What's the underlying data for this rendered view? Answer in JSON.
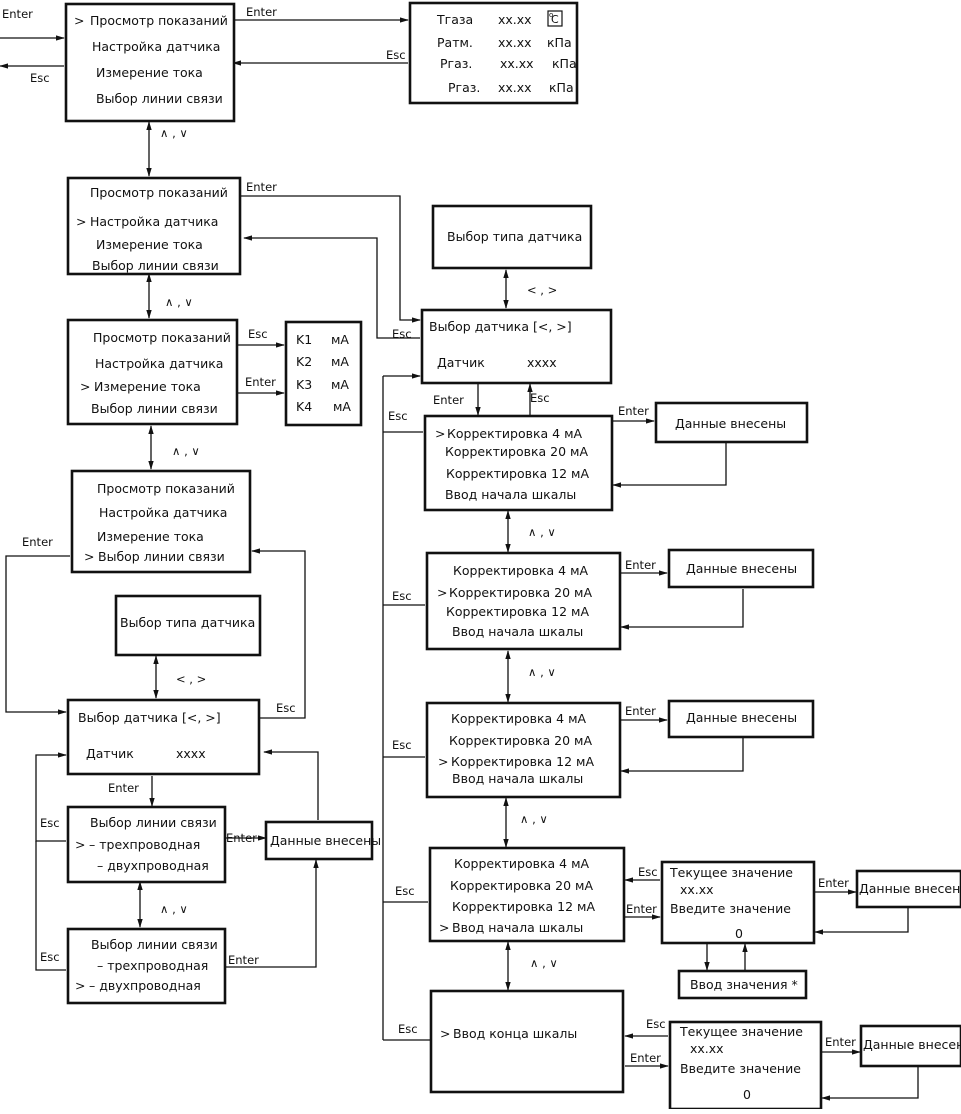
{
  "menu_items": [
    "Просмотр показаний",
    "Настройка датчика",
    "Измерение тока",
    "Выбор линии связи"
  ],
  "nav": {
    "enter": "Enter",
    "esc": "Esc",
    "up_down": "∧ , ∨",
    "left_right": "< , >"
  },
  "readings": {
    "t_label": "Tгаза",
    "t_value": "xx.xx",
    "t_unit_icon": "degree-c",
    "p_atm_label": "Pатм.",
    "p_atm_value": "xx.xx",
    "p_atm_unit": "кПа",
    "p_gas1_label": "Pгаз.",
    "p_gas1_value": "xx.xx",
    "p_gas1_unit": "кПа",
    "p_gas2_label": "Pгаз.",
    "p_gas2_value": "xx.xx",
    "p_gas2_unit": "кПа"
  },
  "current": {
    "rows": [
      {
        "label": "K1",
        "unit": "мА"
      },
      {
        "label": "K2",
        "unit": "мА"
      },
      {
        "label": "K3",
        "unit": "мА"
      },
      {
        "label": "K4",
        "unit": "мА"
      }
    ]
  },
  "sensor_type": "Выбор типа датчика",
  "sensor_select": {
    "title": "Выбор датчика  [<, >]",
    "label": "Датчик",
    "value": "xxxx"
  },
  "calib_items": [
    "Корректировка 4 мА",
    "Корректировка 20 мА",
    "Корректировка 12 мА",
    "Ввод начала шкалы"
  ],
  "scale_end": "Ввод конца шкалы",
  "data_saved": "Данные внесены",
  "current_value": {
    "line1": "Текущее значение",
    "line2": "xx.xx",
    "line3": "Введите значение",
    "line4": "0"
  },
  "value_input": "Ввод значения *",
  "line_select": {
    "title": "Выбор линии связи",
    "three_wire": "– трехпроводная",
    "two_wire": "– двухпроводная"
  },
  "cursor": ">"
}
